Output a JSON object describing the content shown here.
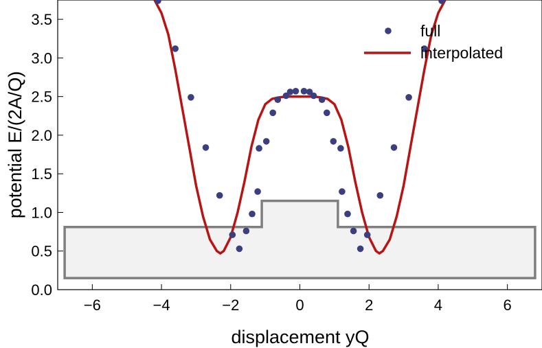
{
  "chart_data": {
    "type": "scatter",
    "xlabel": "displacement yQ",
    "ylabel": "potential E/(2A/Q)",
    "xlim": [
      -7,
      7
    ],
    "ylim": [
      0,
      3.75
    ],
    "x_ticks": [
      -6,
      -4,
      -2,
      0,
      2,
      4,
      6
    ],
    "y_ticks": [
      0.0,
      0.5,
      1.0,
      1.5,
      2.0,
      2.5,
      3.0,
      3.5
    ],
    "x_tick_labels": [
      "−6",
      "−4",
      "−2",
      "0",
      "2",
      "4",
      "6"
    ],
    "y_tick_labels": [
      "0.0",
      "0.5",
      "1.0",
      "1.5",
      "2.0",
      "2.5",
      "3.0",
      "3.5"
    ],
    "legend": {
      "placement": "top-right",
      "full_label": "full",
      "interpolated_label": "interpolated"
    },
    "colors": {
      "full": "#3b3f7e",
      "interpolated": "#b81414",
      "step": "#7f7f7f",
      "step_fill": "#f2f2f2"
    },
    "series": [
      {
        "name": "full",
        "type": "scatter",
        "x": [
          -4.1,
          -3.6,
          -3.15,
          -2.72,
          -2.32,
          -1.95,
          -1.75,
          -1.55,
          -1.38,
          -1.22,
          -1.18,
          -0.97,
          -0.78,
          -0.64,
          -0.4,
          -0.28,
          -0.12,
          0.12,
          0.28,
          0.4,
          0.64,
          0.78,
          0.97,
          1.18,
          1.22,
          1.38,
          1.55,
          1.75,
          1.95,
          2.32,
          2.72,
          3.15,
          3.6,
          4.1
        ],
        "y": [
          3.74,
          3.12,
          2.49,
          1.84,
          1.22,
          0.71,
          0.53,
          0.76,
          0.98,
          1.27,
          1.83,
          1.92,
          2.29,
          2.46,
          2.51,
          2.56,
          2.57,
          2.57,
          2.56,
          2.51,
          2.46,
          2.29,
          1.92,
          1.83,
          1.27,
          0.98,
          0.76,
          0.53,
          0.71,
          1.22,
          1.84,
          2.49,
          3.12,
          3.74
        ]
      },
      {
        "name": "interpolated",
        "type": "line",
        "x": [
          -4.2,
          -4.0,
          -3.8,
          -3.6,
          -3.4,
          -3.2,
          -3.0,
          -2.8,
          -2.6,
          -2.4,
          -2.3,
          -2.2,
          -2.0,
          -1.8,
          -1.6,
          -1.4,
          -1.2,
          -1.0,
          -0.8,
          -0.6,
          -0.4,
          -0.2,
          0.0,
          0.2,
          0.4,
          0.6,
          0.8,
          1.0,
          1.2,
          1.4,
          1.6,
          1.8,
          2.0,
          2.2,
          2.3,
          2.4,
          2.6,
          2.8,
          3.0,
          3.2,
          3.4,
          3.6,
          3.8,
          4.0,
          4.2
        ],
        "y": [
          3.75,
          3.58,
          3.3,
          2.85,
          2.35,
          1.85,
          1.35,
          0.95,
          0.65,
          0.5,
          0.47,
          0.5,
          0.68,
          1.0,
          1.4,
          1.85,
          2.2,
          2.4,
          2.47,
          2.49,
          2.5,
          2.5,
          2.5,
          2.5,
          2.5,
          2.49,
          2.47,
          2.4,
          2.2,
          1.85,
          1.4,
          1.0,
          0.68,
          0.5,
          0.47,
          0.5,
          0.65,
          0.95,
          1.35,
          1.85,
          2.35,
          2.85,
          3.3,
          3.58,
          3.75
        ]
      },
      {
        "type": "step",
        "x": [
          -6.8,
          -6.8,
          -1.1,
          -1.1,
          1.1,
          1.1,
          6.8,
          6.8,
          -6.8
        ],
        "y": [
          0.15,
          0.81,
          0.81,
          1.15,
          1.15,
          0.81,
          0.81,
          0.15,
          0.15
        ]
      }
    ]
  }
}
